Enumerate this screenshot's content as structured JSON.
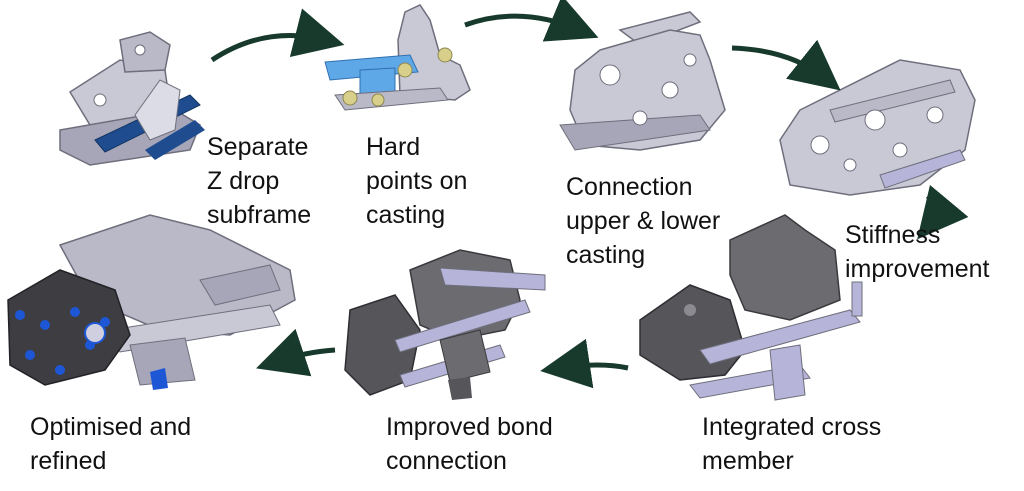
{
  "stages": [
    {
      "id": "s1",
      "lines": [
        "Separate",
        "Z drop",
        "subframe"
      ]
    },
    {
      "id": "s2",
      "lines": [
        "Hard",
        "points on",
        "casting"
      ]
    },
    {
      "id": "s3",
      "lines": [
        "Connection",
        "upper & lower",
        "casting"
      ]
    },
    {
      "id": "s4",
      "lines": [
        "Stiffness",
        "improvement"
      ]
    },
    {
      "id": "s5",
      "lines": [
        "Integrated cross",
        "member"
      ]
    },
    {
      "id": "s6",
      "lines": [
        "Improved bond",
        "connection"
      ]
    },
    {
      "id": "s7",
      "lines": [
        "Optimised and",
        "refined"
      ]
    }
  ],
  "colors": {
    "arrow": "#173a2c",
    "casting_light": "#c9c9d6",
    "casting_mid": "#9e9eae",
    "casting_dark": "#4a4a4e",
    "tube": "#b6b5d9",
    "beam_blue": "#1f4c8f",
    "hardpoint_blue": "#5ea8e8",
    "hardpoint_yellow": "#d8cf8a",
    "bolt_blue": "#1d57d6"
  }
}
